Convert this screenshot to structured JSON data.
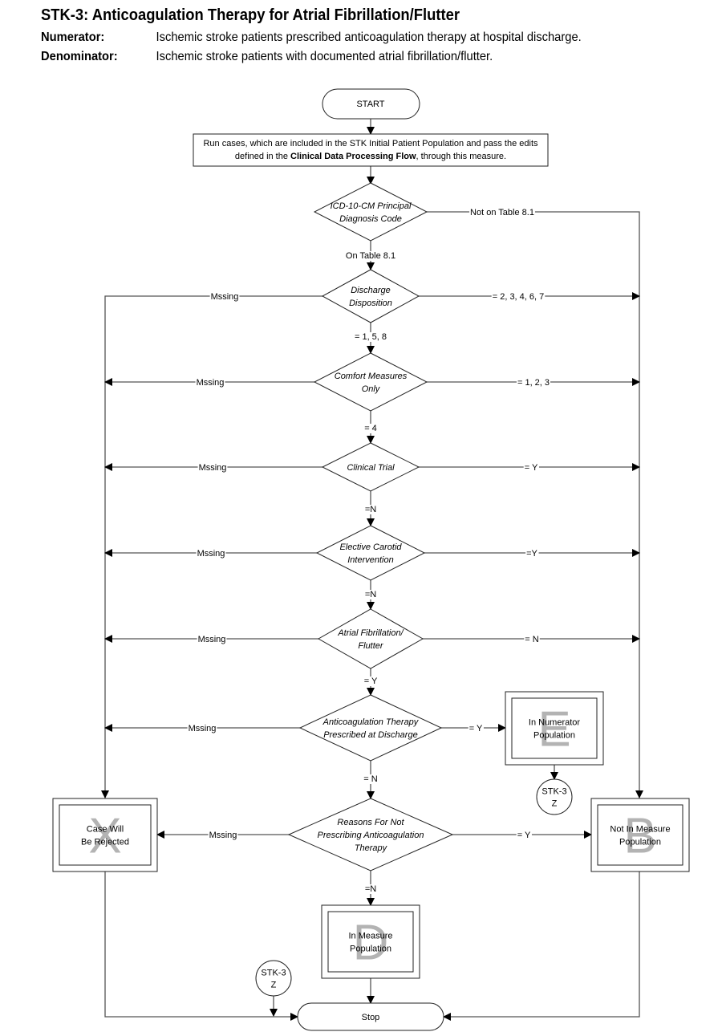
{
  "header": {
    "title": "STK-3:  Anticoagulation Therapy for Atrial Fibrillation/Flutter",
    "numerator_label": "Numerator:",
    "numerator_text": "Ischemic stroke patients prescribed anticoagulation therapy at hospital discharge.",
    "denominator_label": "Denominator:",
    "denominator_text": "Ischemic stroke patients with documented atrial fibrillation/flutter."
  },
  "flow": {
    "start": "START",
    "process": {
      "line1": "Run cases, which are included in the STK Initial Patient Population and pass the edits",
      "line2_pre": "defined in the ",
      "line2_bold": "Clinical Data Processing Flow",
      "line2_post": ", through this measure."
    },
    "decisions": [
      {
        "id": "icd",
        "lines": [
          "ICD-10-CM Principal",
          "Diagnosis Code"
        ],
        "down": "On Table 8.1",
        "right": "Not on Table 8.1",
        "left": ""
      },
      {
        "id": "discharge",
        "lines": [
          "Discharge",
          "Disposition"
        ],
        "down": "= 1, 5, 8",
        "right": "=  2, 3, 4, 6, 7",
        "left": "Mssing"
      },
      {
        "id": "comfort",
        "lines": [
          "Comfort Measures",
          "Only"
        ],
        "down": "= 4",
        "right": "= 1, 2, 3",
        "left": "Mssing"
      },
      {
        "id": "trial",
        "lines": [
          "Clinical Trial"
        ],
        "down": "=N",
        "right": "= Y",
        "left": "Mssing"
      },
      {
        "id": "carotid",
        "lines": [
          "Elective Carotid",
          "Intervention"
        ],
        "down": "=N",
        "right": "=Y",
        "left": "Mssing"
      },
      {
        "id": "afib",
        "lines": [
          "Atrial Fibrillation/",
          "Flutter"
        ],
        "down": "= Y",
        "right": "= N",
        "left": "Mssing"
      },
      {
        "id": "anticoag",
        "lines": [
          "Anticoagulation Therapy",
          "Prescribed at Discharge"
        ],
        "down": "= N",
        "right": "= Y",
        "left": "Mssing"
      },
      {
        "id": "reasons",
        "lines": [
          "Reasons For Not",
          "Prescribing  Anticoagulation",
          "Therapy"
        ],
        "down": "=N",
        "right": "= Y",
        "left": "Mssing"
      }
    ],
    "outcomes": {
      "rejected": {
        "lines": [
          "Case Will",
          "Be Rejected"
        ],
        "category": "X"
      },
      "numerator": {
        "lines": [
          "In Numerator",
          "Population"
        ],
        "category": "E"
      },
      "not_in_measure": {
        "lines": [
          "Not In Measure",
          "Population"
        ],
        "category": "B"
      },
      "in_measure": {
        "lines": [
          "In Measure",
          "Population"
        ],
        "category": "D"
      }
    },
    "connectors": [
      {
        "id": "connector-numerator",
        "lines": [
          "STK-3",
          "Z"
        ]
      },
      {
        "id": "connector-stop",
        "lines": [
          "STK-3",
          "Z"
        ]
      }
    ],
    "stop": "Stop"
  }
}
